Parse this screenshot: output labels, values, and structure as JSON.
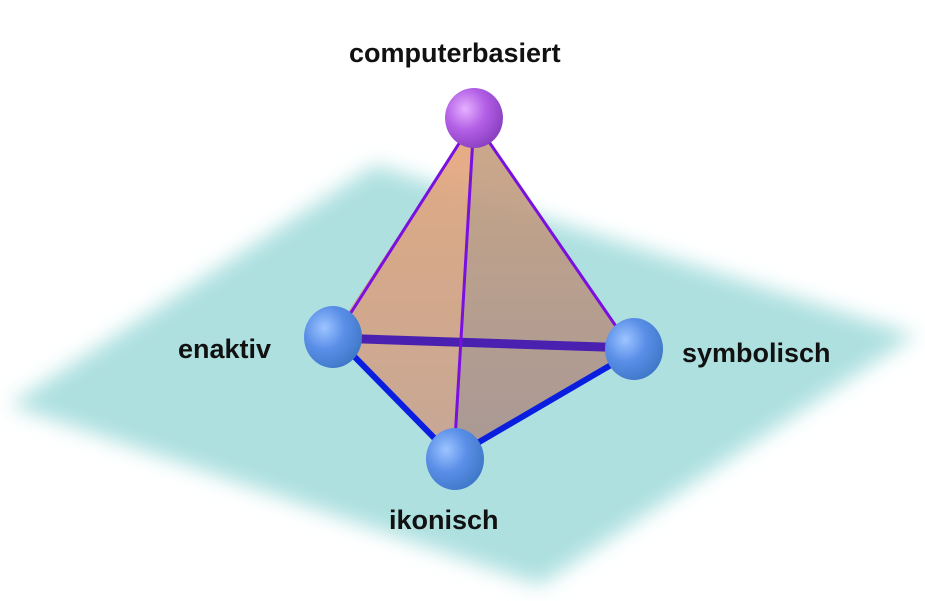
{
  "labels": {
    "top": "computerbasiert",
    "left": "enaktiv",
    "right": "symbolisch",
    "bottom": "ikonisch"
  },
  "colors": {
    "plane": "#aee0e0",
    "face": "#c9a08a",
    "apex_sphere": "#b35ee0",
    "base_sphere": "#4f8fe8",
    "top_edges": "#7a10e0",
    "base_edges": "#0a1ee0"
  }
}
